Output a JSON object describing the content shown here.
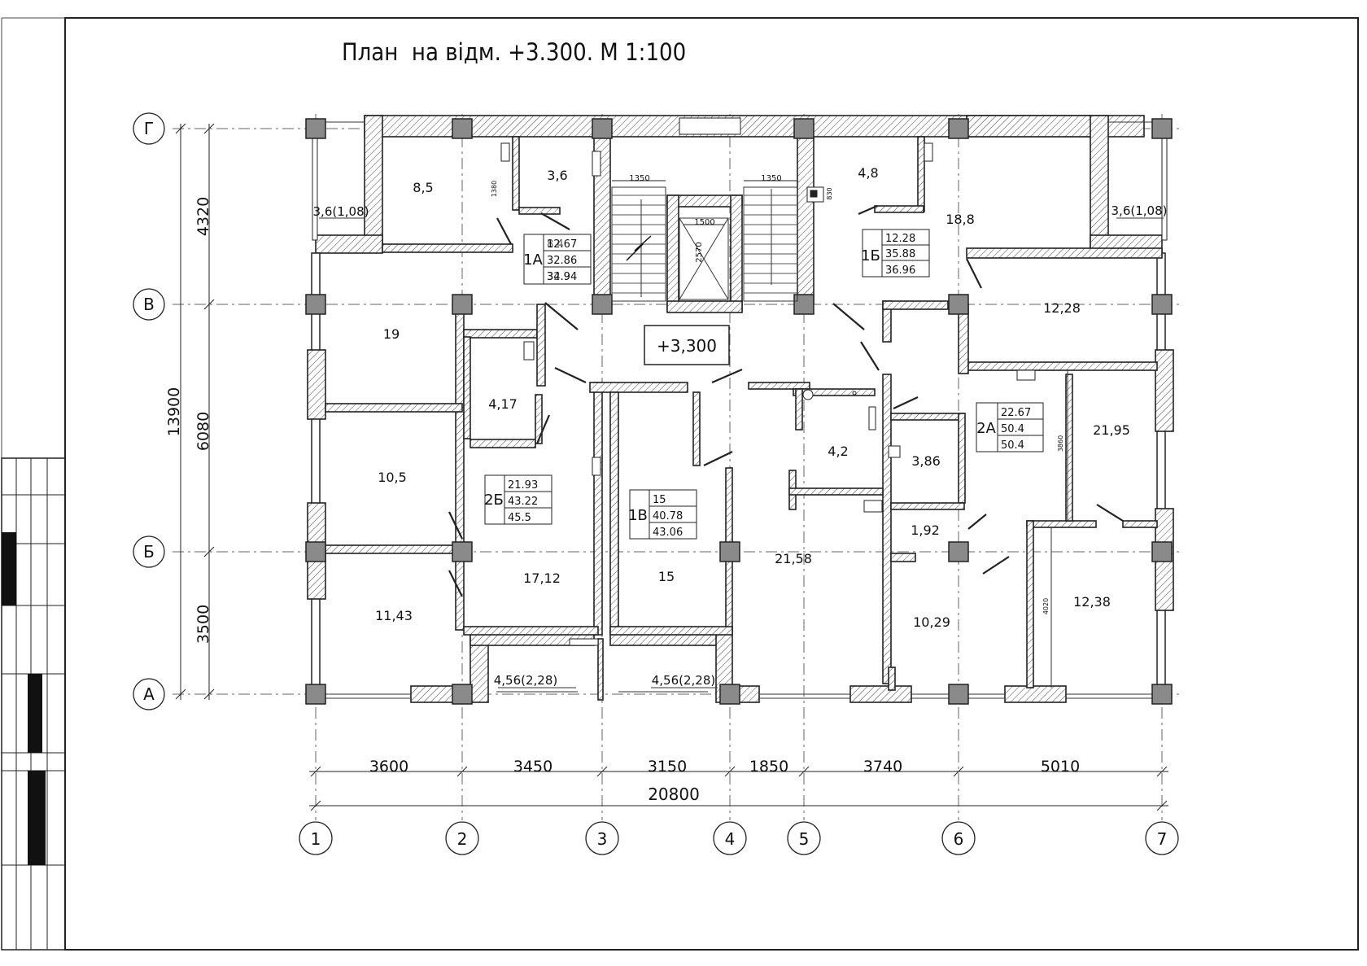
{
  "title": "План  на відм. +3.300. М 1:100",
  "level_mark": "+3,300",
  "axes": {
    "letters": [
      "Г",
      "В",
      "Б",
      "А"
    ],
    "numbers": [
      "1",
      "2",
      "3",
      "4",
      "5",
      "6",
      "7"
    ]
  },
  "dimensions": {
    "bottom_spans": [
      "3600",
      "3450",
      "3150",
      "1850",
      "3740",
      "5010"
    ],
    "bottom_total": "20800",
    "left_spans": [
      "4320",
      "6080",
      "3500"
    ],
    "left_total": "13900"
  },
  "stair_dims": [
    "1350",
    "1350",
    "1500",
    "2570"
  ],
  "small_dims": [
    "1380",
    "830",
    "3860",
    "4020"
  ],
  "rooms": [
    "8,5",
    "3,6",
    "3,6(1,08)",
    "4,8",
    "18,8",
    "3,6(1,08)",
    "19",
    "4,17",
    "12,28",
    "10,5",
    "4,2",
    "3,86",
    "21,95",
    "1,92",
    "17,12",
    "15",
    "21,58",
    "11,43",
    "10,29",
    "12,38",
    "4,56(2,28)",
    "4,56(2,28)"
  ],
  "apartments": [
    {
      "id": "1А",
      "v1": "12.67",
      "v2": "32.86",
      "v3": "34.94",
      "o1": "8.4",
      "o3": "32.9"
    },
    {
      "id": "1Б",
      "v1": "12.28",
      "v2": "35.88",
      "v3": "36.96"
    },
    {
      "id": "2А",
      "v1": "22.67",
      "v2": "50.4",
      "v3": "50.4"
    },
    {
      "id": "2Б",
      "v1": "21.93",
      "v2": "43.22",
      "v3": "45.5"
    },
    {
      "id": "1В",
      "v1": "15",
      "v2": "40.78",
      "v3": "43.06"
    }
  ]
}
